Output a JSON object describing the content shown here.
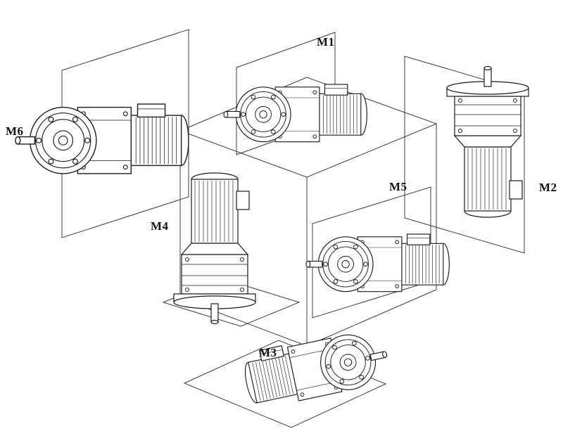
{
  "diagram": {
    "kind": "technical-line-drawing",
    "subject": "gear motor mounting positions around an isometric cube",
    "colors": {
      "background": "#ffffff",
      "line": "#1a1a1a"
    },
    "motors": [
      {
        "label": "M1",
        "orientation": "horizontal, output shaft left, on top face"
      },
      {
        "label": "M2",
        "orientation": "vertical, output shaft up, on right face"
      },
      {
        "label": "M3",
        "orientation": "horizontal, output shaft right, below bottom face"
      },
      {
        "label": "M4",
        "orientation": "vertical, output shaft down, motor on top"
      },
      {
        "label": "M5",
        "orientation": "horizontal, output shaft left, on front face"
      },
      {
        "label": "M6",
        "orientation": "horizontal, output shaft left, on left face"
      }
    ]
  }
}
